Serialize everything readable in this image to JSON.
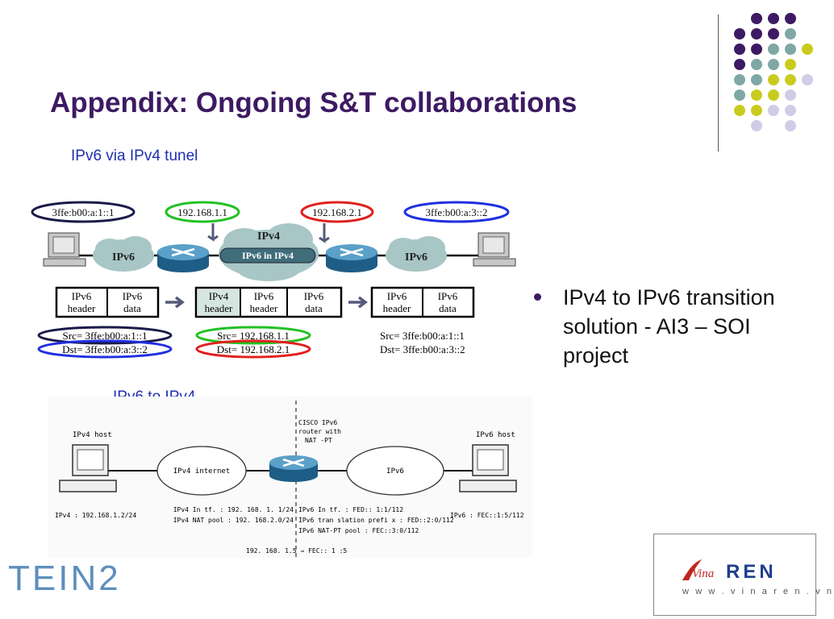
{
  "slide": {
    "title": "Appendix: Ongoing S&T collaborations",
    "caption_tunnel": "IPv6 via IPv4 tunel",
    "caption_nat": "IPv6 to IPv4",
    "bullet": "IPv4 to IPv6 transition solution - AI3 – SOI project"
  },
  "tunnel_diagram": {
    "ovals": {
      "left_addr": "3ffe:b00:a:1::1",
      "router1_addr": "192.168.1.1",
      "router2_addr": "192.168.2.1",
      "right_addr": "3ffe:b00:a:3::2"
    },
    "clouds": {
      "left": "IPv6",
      "center": "IPv4",
      "tunnel": "IPv6 in IPv4",
      "right": "IPv6"
    },
    "packets": {
      "ipv6_header_l1": "IPv6",
      "ipv6_header_l2": "header",
      "ipv6_data_l1": "IPv6",
      "ipv6_data_l2": "data",
      "ipv4_header_l1": "IPv4",
      "ipv4_header_l2": "header"
    },
    "src_left": "Src= 3ffe:b00:a:1::1",
    "dst_left": "Dst= 3ffe:b00:a:3::2",
    "src_center": "Src= 192.168.1.1",
    "dst_center": "Dst= 192.168.2.1",
    "src_right": "Src= 3ffe:b00:a:1::1",
    "dst_right": "Dst= 3ffe:b00:a:3::2"
  },
  "nat_diagram": {
    "ipv4_host_label": "IPv4 host",
    "ipv6_host_label": "IPv6 host",
    "router_l1": "CISCO IPv6",
    "router_l2": "router with",
    "router_l3": "NAT -PT",
    "cloud_left": "IPv4 internet",
    "cloud_right": "IPv6",
    "ipv4_host_addr": "IPv4 : 192.168.1.2/24",
    "ipv6_host_addr": "IPv6 : FEC::1:5/112",
    "ipv4_intf": "IPv4 In tf. : 192. 168. 1. 1/24",
    "ipv4_nat_pool": "IPv4 NAT pool : 192. 168.2.0/24",
    "ipv6_intf": "IPv6 In tf. : FED:: 1:1/112",
    "ipv6_prefix": "IPv6 tran slation prefi x : FED::2:0/112",
    "ipv6_pool": "IPv6 NAT-PT pool : FEC::3:0/112",
    "mapping": "192. 168. 1.5 ⇒ FEC:: 1 :5"
  },
  "logos": {
    "tein": "TEIN2",
    "vina_script": "Vina",
    "vina_ren": "REN",
    "vina_url": "w w w . v i n a r e n . v n"
  },
  "colors": {
    "title": "#3d1a63",
    "caption": "#1f2fb0",
    "dot_purple": "#3d1a63",
    "dot_teal": "#7fa8a4",
    "dot_yellow": "#c9cc1e",
    "dot_lilac": "#cfcde6",
    "tein_blue": "#5e8fbd",
    "vina_red": "#c0251f",
    "vina_blue": "#1f3f8c"
  }
}
